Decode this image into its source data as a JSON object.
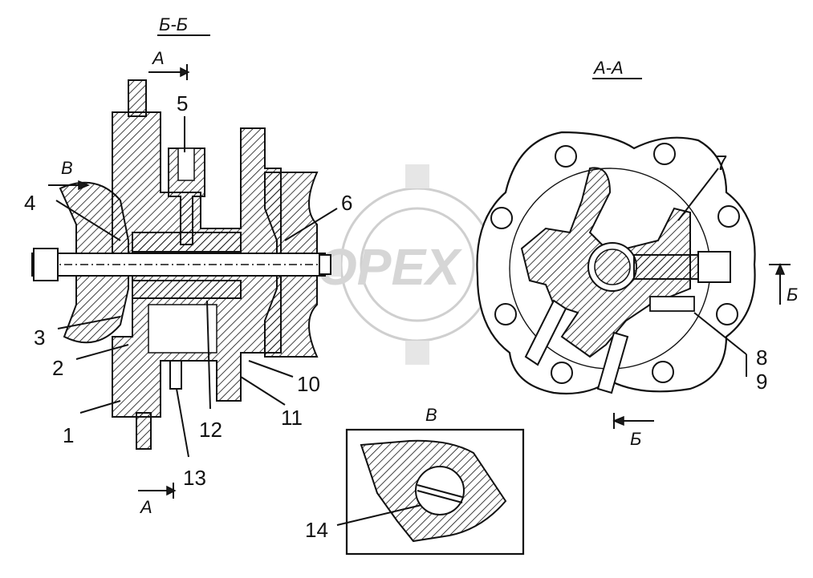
{
  "section_labels": {
    "bb": "Б-Б",
    "aa": "А-А",
    "a_top": "А",
    "a_bottom": "А",
    "b_view_arrow": "В",
    "view_b": "В",
    "b_right_top": "Б",
    "b_right_bottom": "Б"
  },
  "callouts": [
    "1",
    "2",
    "3",
    "4",
    "5",
    "6",
    "7",
    "8",
    "9",
    "10",
    "11",
    "12",
    "13",
    "14"
  ],
  "watermark": "OPEX"
}
